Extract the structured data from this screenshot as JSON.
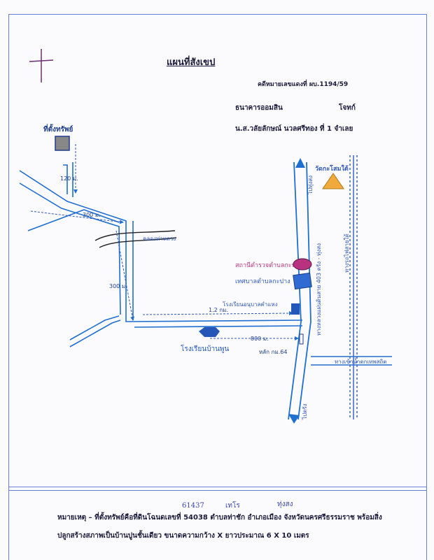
{
  "header": {
    "title": "แผนที่สังเขป",
    "case_number": "คดีหมายเลขแดงที่ ผบ.1194/59",
    "plaintiff": "ธนาคารออมสิน",
    "plaintiff_role": "โจทก์",
    "defendant": "น.ส.วลัยลักษณ์  นวลศรีทอง  ที่ 1  จำเลย"
  },
  "map": {
    "property_label": "ที่ตั้งทรัพย์",
    "dist_120": "120 ม.",
    "dist_300_top": "300 ม.",
    "dist_300_side": "300 ม.",
    "dist_1_2km": "1.2 กม.",
    "dist_800": "800 ม.",
    "canal": "คลองท่าหลวง",
    "police_station": "สถานีตำรวจตำบลกะปาง",
    "municipality": "เทศบาลตำบลกะปาง",
    "kindergarten": "โรงเรียนอนุบาลคำแหง",
    "school_baan_poon": "โรงเรียนบ้านพูน",
    "km_marker": "หลัก กม.64",
    "temple": "วัดกะโสมใต้",
    "to_thung_song": "ไปทุ่งสง",
    "to_trang": "ไปตรัง",
    "highway": "ทางหลวงแผ่นดินสาย  403 ตรัง - ทุ่งสง",
    "railway": "ทางรถไฟสายใต้",
    "to_thep_sadet": "ทางเข้าน้ำตกเทพสถิต"
  },
  "remark": {
    "line1": "หมายเหตุ – ที่ตั้งทรัพย์คือที่ดินโฉนดเลขที่ 54038  ตำบลท่าชัก  อำเภอเมือง  จังหวัดนครศรีธรรมราช   พร้อมสิ่ง",
    "line2": "ปลูกสร้างสภาพเป็นบ้านปูนชั้นเดียว  ขนาดความกว้าง X ยาวประมาณ 6 X 10 เมตร",
    "hand_number": "61437",
    "hand_tambon": "เทโร",
    "hand_amphoe": "ทุ่งสง"
  },
  "colors": {
    "road_outline": "#1f6fd1",
    "accent": "#2d5fc4",
    "triangle": "#f2a93b",
    "police_fill": "#b7327f",
    "building_fill": "#2f6bd0",
    "school_fill": "#2457b8"
  }
}
